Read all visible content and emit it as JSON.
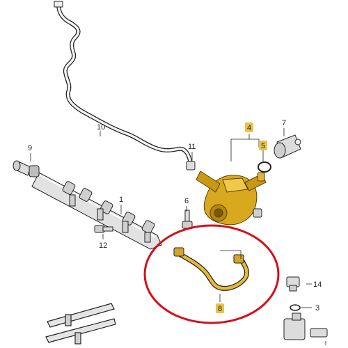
{
  "callouts": {
    "c1": "1",
    "c3": "3",
    "c4": "4",
    "c5": "5",
    "c6": "6",
    "c7": "7",
    "c8": "8",
    "c9": "9",
    "c10": "10",
    "c11": "11",
    "c12": "12",
    "c14": "14"
  },
  "colors": {
    "line": "#222222",
    "metal": "#d9d9d9",
    "pump_gold": "#d8a81e",
    "highlight_label": "#e8c24a",
    "emphasis_ring": "#d4101a"
  }
}
